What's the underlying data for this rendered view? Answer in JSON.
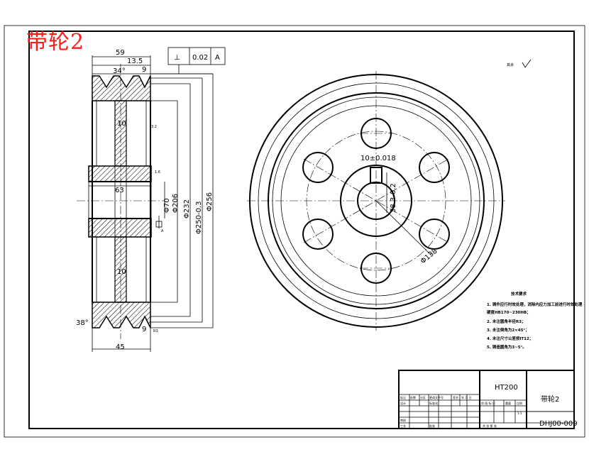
{
  "caption": "带轮2",
  "tolerance_frame": {
    "symbol": "⊥",
    "value": "0.02",
    "datum": "A"
  },
  "roughness_mark": "其余",
  "side_view": {
    "dims": {
      "width_top": "59",
      "groove_pitch": "13.5",
      "groove_angle_top": "34°",
      "groove_edge": "9",
      "web_thickness": "10",
      "rim_r": "R3",
      "hub_label": "63",
      "hub_width": "45",
      "groove_angle_bottom": "38°",
      "datum_a": "A",
      "ra_1": "3.2",
      "ra_2": "1.6",
      "dia_1": "Φ70",
      "dia_2": "Φ206",
      "dia_3": "Φ232",
      "dia_4": "Φ250-0.3",
      "dia_5": "Φ256"
    }
  },
  "front_view": {
    "keyway_width": "10±0.018",
    "keyway_depth": "38.3-0.2",
    "bolt_circle": "Φ138"
  },
  "tech_req": {
    "title": "技术要求",
    "items": [
      "1. 铸件应行时效处理，消除内应力加工前进行时效处理",
      "   硬度HB170~230HB；",
      "2. 未注圆角半径R3；",
      "3. 未注倒角为2×45°；",
      "4. 未注尺寸公差按IT12；",
      "5. 铸造圆角为3~5°。"
    ]
  },
  "title_block": {
    "material": "HT200",
    "part_name": "带轮2",
    "drawing_no": "DHJ00-009",
    "scale": "1:1",
    "labels": {
      "mark": "标记",
      "count": "处数",
      "zone": "分区",
      "change_doc": "更改文件号",
      "sign": "签名",
      "date": "年 月 日",
      "design": "设计",
      "standard": "标准化",
      "review": "审核",
      "process": "工艺",
      "approve": "批准",
      "stage": "阶 段 标 记",
      "weight": "重量",
      "scale_label": "比例",
      "sheets": "共 张 第 张"
    }
  }
}
